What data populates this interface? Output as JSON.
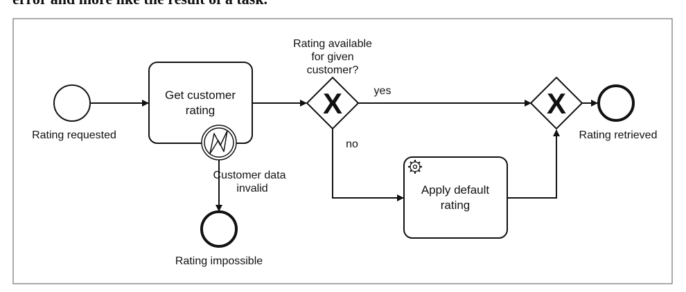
{
  "top_text": "error and more like the result of a task.",
  "events": {
    "start_label": "Rating requested",
    "end_impossible_label": "Rating impossible",
    "end_retrieved_label": "Rating retrieved"
  },
  "tasks": {
    "get_rating_line1": "Get customer",
    "get_rating_line2": "rating",
    "apply_default_line1": "Apply default",
    "apply_default_line2": "rating"
  },
  "boundary_event": {
    "label_line1": "Customer data",
    "label_line2": "invalid",
    "icon": "error-icon"
  },
  "gateways": {
    "question_line1": "Rating available",
    "question_line2": "for given",
    "question_line3": "customer?",
    "marker": "X",
    "yes_label": "yes",
    "no_label": "no"
  },
  "icons": {
    "service_task": "gear-icon"
  }
}
